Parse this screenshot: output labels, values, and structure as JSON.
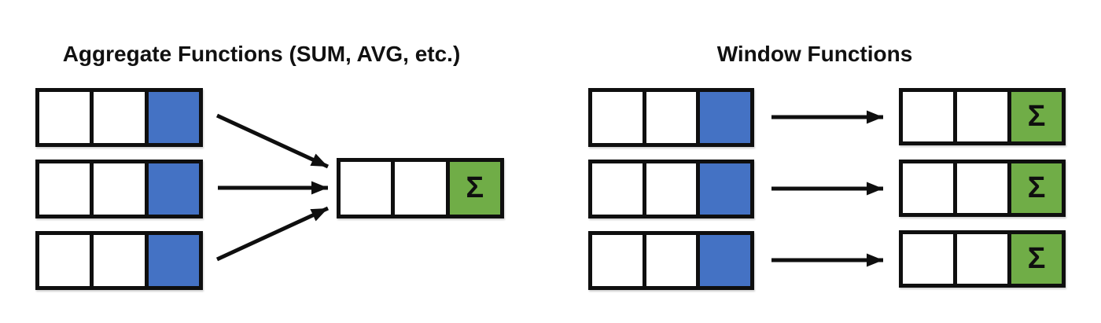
{
  "colors": {
    "cell_blue": "#4472C4",
    "cell_green": "#70AD47",
    "line_black": "#0f0f0f",
    "title_text": "#111111",
    "canvas_bg": "#ffffff"
  },
  "left_panel": {
    "title": "Aggregate Functions (SUM, AVG, etc.)",
    "source_rows": [
      {
        "cells": [
          "blank",
          "blank",
          "blue-highlight"
        ]
      },
      {
        "cells": [
          "blank",
          "blank",
          "blue-highlight"
        ]
      },
      {
        "cells": [
          "blank",
          "blank",
          "blue-highlight"
        ]
      }
    ],
    "result_row": {
      "cells": [
        "blank",
        "blank",
        "green-sigma"
      ],
      "sigma": "Σ"
    },
    "arrows": "three arrows converge from each source row into single result row"
  },
  "right_panel": {
    "title": "Window Functions",
    "source_rows": [
      {
        "cells": [
          "blank",
          "blank",
          "blue-highlight"
        ]
      },
      {
        "cells": [
          "blank",
          "blank",
          "blue-highlight"
        ]
      },
      {
        "cells": [
          "blank",
          "blank",
          "blue-highlight"
        ]
      }
    ],
    "result_rows": [
      {
        "cells": [
          "blank",
          "blank",
          "green-sigma"
        ],
        "sigma": "Σ"
      },
      {
        "cells": [
          "blank",
          "blank",
          "green-sigma"
        ],
        "sigma": "Σ"
      },
      {
        "cells": [
          "blank",
          "blank",
          "green-sigma"
        ],
        "sigma": "Σ"
      }
    ],
    "arrows": "one horizontal arrow per row from source row to its own result row"
  }
}
